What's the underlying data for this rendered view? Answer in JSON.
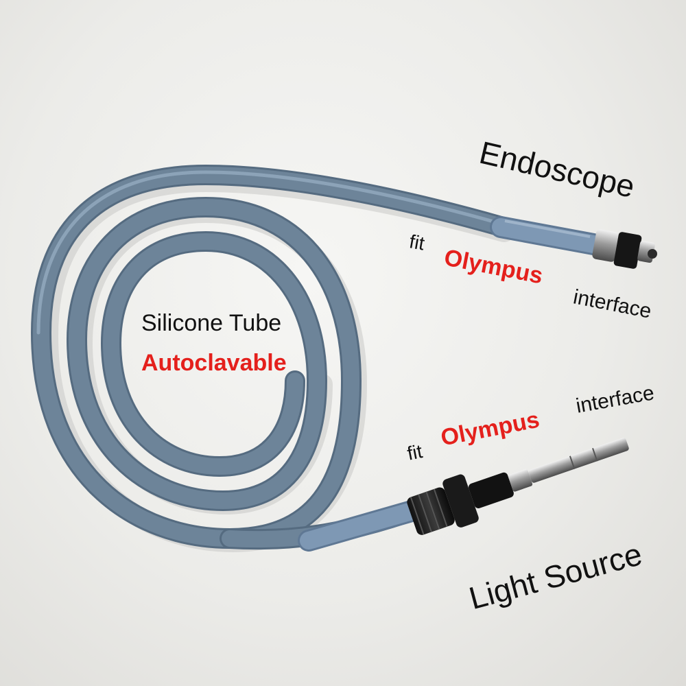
{
  "labels": {
    "endoscope": "Endoscope",
    "top_fit": "fit",
    "top_brand": "Olympus",
    "top_interface": "interface",
    "bottom_interface": "interface",
    "bottom_fit": "fit",
    "bottom_brand": "Olympus",
    "light_source": "Light Source",
    "tube": "Silicone Tube",
    "autoclavable": "Autoclavable"
  },
  "colors": {
    "background": "#ecece9",
    "cable": "#6d8499",
    "sleeve": "#7e98b4",
    "accent_text": "#e4201c",
    "text": "#111111"
  }
}
